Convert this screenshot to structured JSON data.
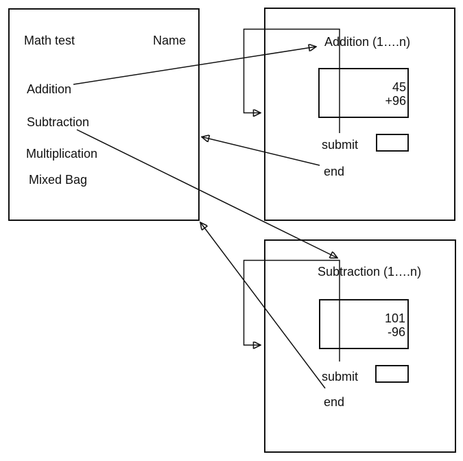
{
  "menu": {
    "title": "Math test",
    "name_label": "Name",
    "items": [
      {
        "label": "Addition"
      },
      {
        "label": "Subtraction"
      },
      {
        "label": "Multiplication"
      },
      {
        "label": "Mixed Bag"
      }
    ]
  },
  "addition_screen": {
    "title": "Addition (1….n)",
    "problem": {
      "operand_top": "45",
      "operand_bottom": "+96"
    },
    "submit_label": "submit",
    "end_label": "end"
  },
  "subtraction_screen": {
    "title": "Subtraction (1….n)",
    "problem": {
      "operand_top": "101",
      "operand_bottom": "-96"
    },
    "submit_label": "submit",
    "end_label": "end"
  },
  "arrows": [
    {
      "name": "addition-to-addition-screen",
      "from": "Addition menu item",
      "to": "Addition (1….n) screen"
    },
    {
      "name": "subtraction-to-subtraction-screen",
      "from": "Subtraction menu item",
      "to": "Subtraction (1….n) screen"
    },
    {
      "name": "addition-end-to-menu",
      "from": "end (addition screen)",
      "to": "Math test menu"
    },
    {
      "name": "subtraction-end-to-menu",
      "from": "end (subtraction screen)",
      "to": "Math test menu"
    },
    {
      "name": "addition-question-loop",
      "from": "submit",
      "to": "Addition screen (next question 1….n)",
      "type": "loop"
    },
    {
      "name": "subtraction-question-loop",
      "from": "submit",
      "to": "Subtraction screen (next question 1….n)",
      "type": "loop"
    }
  ],
  "colors": {
    "ink": "#111111",
    "background": "#ffffff"
  }
}
